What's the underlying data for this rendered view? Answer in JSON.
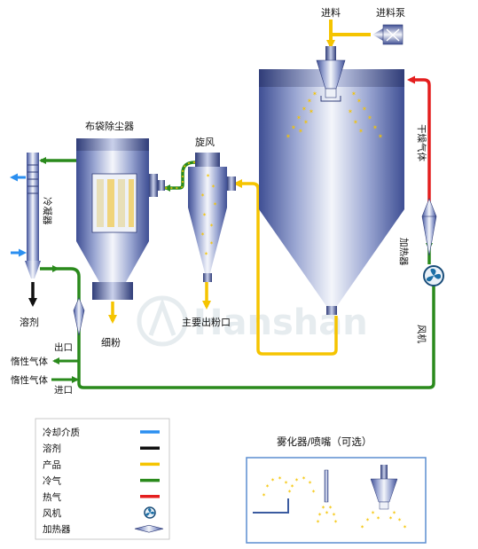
{
  "labels": {
    "feed": "进料",
    "feed_pump": "进料泵",
    "bag_filter": "布袋除尘器",
    "cyclone": "旋风",
    "condenser": "冷凝器",
    "solvent": "溶剂",
    "fine_powder": "细粉",
    "main_outlet": "主要出粉口",
    "dry_gas": "干燥气体",
    "heater": "加热器",
    "fan": "风机",
    "outlet": "出口",
    "inert_gas_out": "惰性气体",
    "inert_gas_in": "惰性气体",
    "inlet": "进口"
  },
  "legend": {
    "items": [
      {
        "label": "冷却介质",
        "color": "#2b8ff0",
        "kind": "line"
      },
      {
        "label": "溶剂",
        "color": "#111111",
        "kind": "line"
      },
      {
        "label": "产品",
        "color": "#f5c400",
        "kind": "line"
      },
      {
        "label": "冷气",
        "color": "#2a8a1c",
        "kind": "line"
      },
      {
        "label": "热气",
        "color": "#e41e1e",
        "kind": "line"
      },
      {
        "label": "风机",
        "icon": "fan-icon",
        "kind": "fan"
      },
      {
        "label": "加热器",
        "icon": "heater-icon",
        "kind": "heater"
      }
    ]
  },
  "atomizer": {
    "title": "雾化器/喷嘴（可选）"
  },
  "colors": {
    "cooling": "#2b8ff0",
    "solvent": "#111111",
    "product": "#f5c400",
    "cold_gas": "#2a8a1c",
    "hot_gas": "#e41e1e",
    "steel_light": "#eef1f8",
    "steel_dark": "#3c4f96"
  }
}
